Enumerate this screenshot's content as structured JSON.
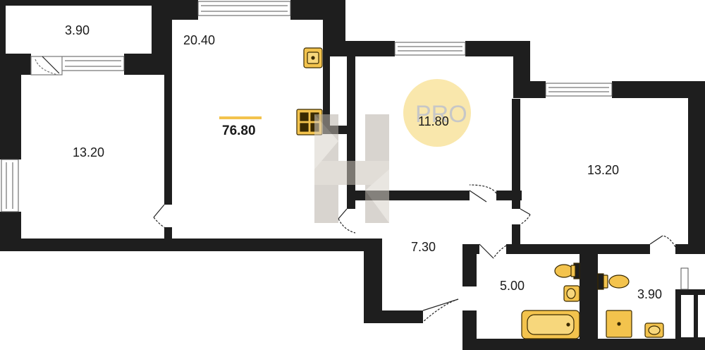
{
  "plan": {
    "total_area": "76.80",
    "rooms": [
      {
        "id": "balcony",
        "area": "3.90"
      },
      {
        "id": "living",
        "area": "20.40"
      },
      {
        "id": "bedroom-left",
        "area": "13.20"
      },
      {
        "id": "kitchen",
        "area": "11.80"
      },
      {
        "id": "bedroom-right",
        "area": "13.20"
      },
      {
        "id": "hall",
        "area": "7.30"
      },
      {
        "id": "bathroom",
        "area": "5.00"
      },
      {
        "id": "wc",
        "area": "3.90"
      }
    ]
  },
  "watermark": {
    "badge_text": "PRO"
  },
  "colors": {
    "wall": "#1e1e1e",
    "fixture_fill": "#f3c34d",
    "fixture_stroke": "#3a2a00",
    "badge": "#f5d56a",
    "accent_line": "#f3c34d"
  }
}
